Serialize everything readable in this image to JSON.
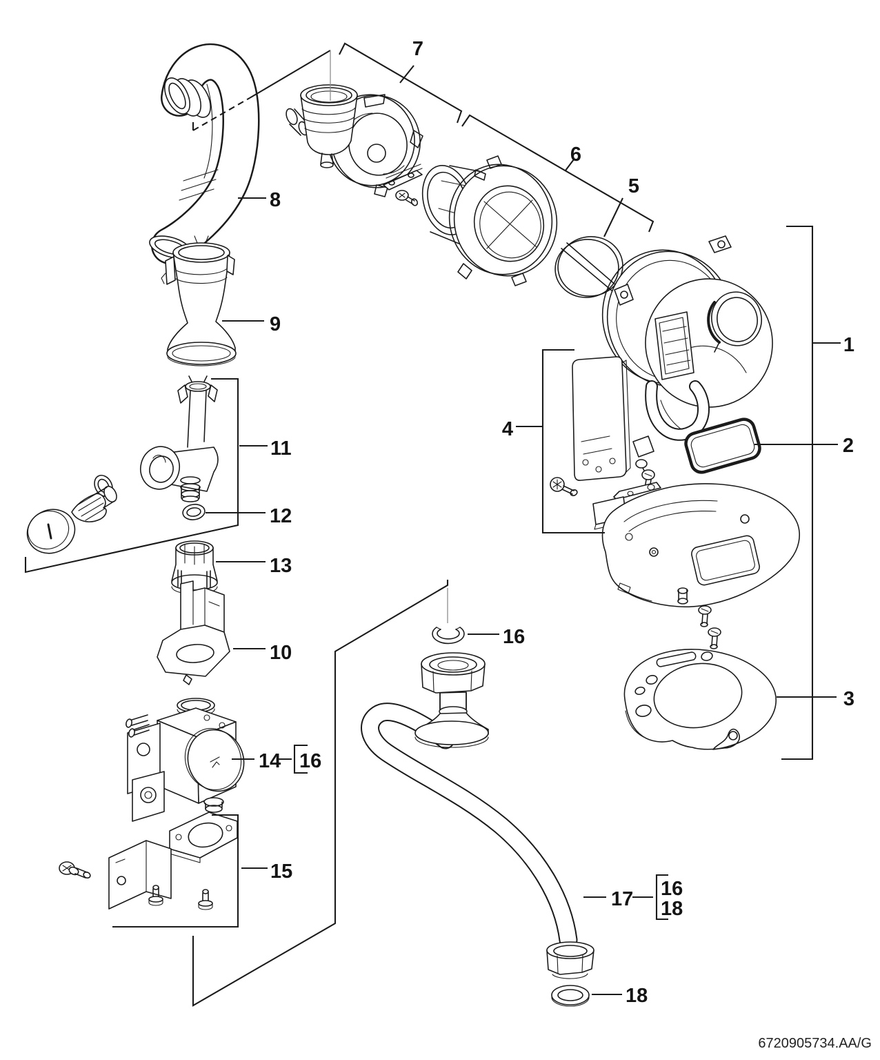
{
  "doc": {
    "number": "6720905734.AA/G"
  },
  "callouts": {
    "c1": "1",
    "c2": "2",
    "c3": "3",
    "c4": "4",
    "c5": "5",
    "c6": "6",
    "c7": "7",
    "c8": "8",
    "c9": "9",
    "c10": "10",
    "c11": "11",
    "c12": "12",
    "c13": "13",
    "c14": "14",
    "c14_ref": "16",
    "c15": "15",
    "c16": "16",
    "c17": "17",
    "c17_ref_top": "16",
    "c17_ref_bottom": "18",
    "c18": "18"
  }
}
